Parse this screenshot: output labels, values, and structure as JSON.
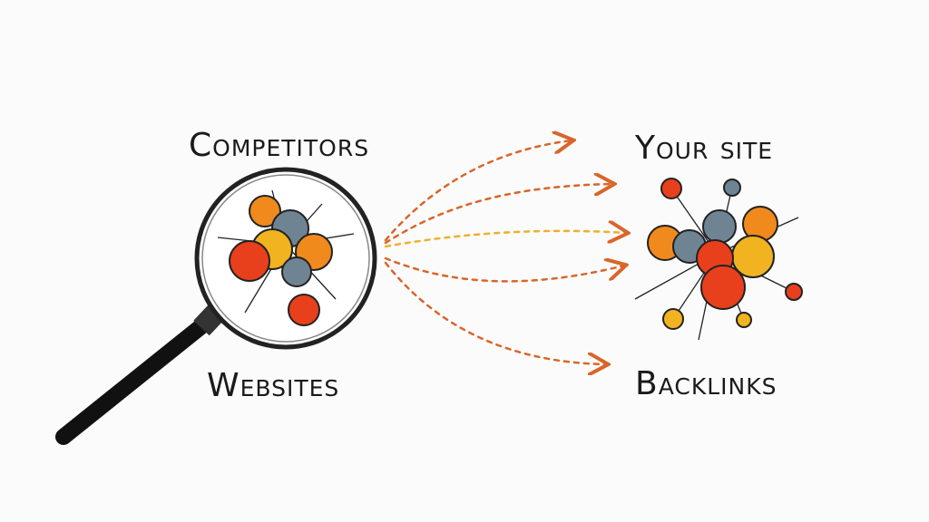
{
  "labels": {
    "competitors": "Competitors",
    "websites": "Websites",
    "your_site": "Your site",
    "backlinks": "Backlinks"
  },
  "colors": {
    "red": "#e8401c",
    "orange": "#f08a1c",
    "yellow": "#f2b320",
    "slate": "#6f8493",
    "arrow": "#d9652a",
    "ink": "#1a1a1a"
  }
}
